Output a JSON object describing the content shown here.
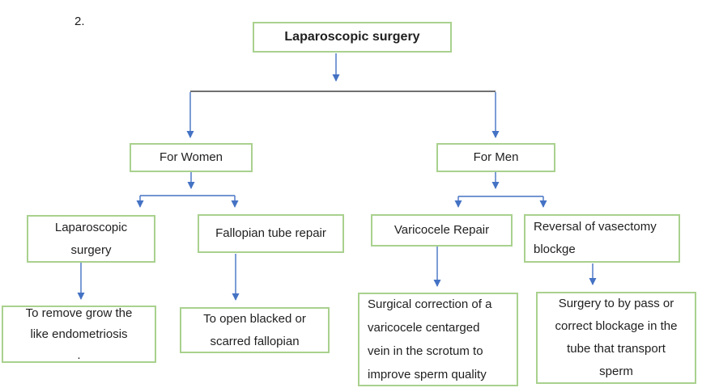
{
  "page": {
    "label_number": "2."
  },
  "colors": {
    "box_border": "#a9d18e",
    "arrow_blue": "#4472c4",
    "connector_black": "#1a1a1a",
    "text": "#1f1f1f"
  },
  "nodes": {
    "root": {
      "label": "Laparoscopic surgery"
    },
    "for_women": {
      "label": "For Women"
    },
    "for_men": {
      "label": "For Men"
    },
    "lap_surgery": {
      "lines": [
        "Laparoscopic",
        "surgery"
      ]
    },
    "fallopian": {
      "label": "Fallopian tube repair"
    },
    "varicocele": {
      "label": "Varicocele Repair"
    },
    "reversal": {
      "lines": [
        "Reversal of vasectomy",
        "blockge"
      ]
    },
    "women_leaf_remove": {
      "lines": [
        "To remove grow the",
        "like endometriosis",
        "."
      ]
    },
    "women_leaf_open": {
      "lines": [
        "To open blacked or",
        "scarred fallopian"
      ]
    },
    "men_leaf_varicocele": {
      "lines": [
        "Surgical correction of a",
        "varicocele centarged",
        "vein in the scrotum to",
        "improve sperm quality"
      ]
    },
    "men_leaf_vasectomy": {
      "lines": [
        "Surgery to by pass or",
        "correct blockage in the",
        "tube that transport",
        "sperm"
      ]
    }
  }
}
